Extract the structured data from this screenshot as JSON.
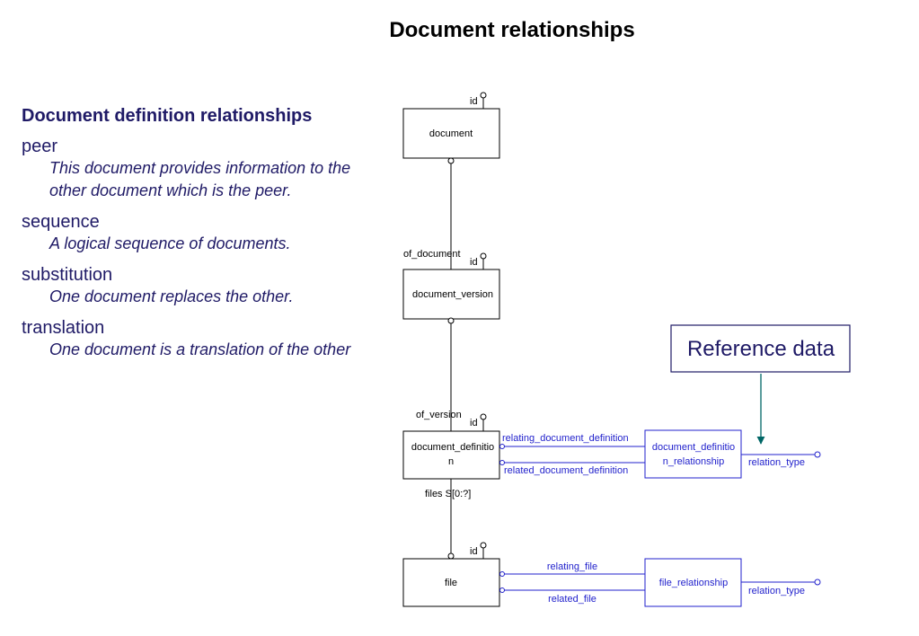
{
  "title": "Document relationships",
  "left": {
    "heading": "Document definition relationships",
    "items": [
      {
        "term": "peer",
        "desc": "This document provides information to the other document which is the peer."
      },
      {
        "term": "sequence",
        "desc": "A logical sequence of documents."
      },
      {
        "term": "substitution",
        "desc": "One document replaces the other."
      },
      {
        "term": "translation",
        "desc": "One document is a translation of the other"
      }
    ]
  },
  "diagram": {
    "entities": {
      "document": "document",
      "document_version": "document_version",
      "document_definition_line1": "document_definitio",
      "document_definition_line2": "n",
      "file": "file",
      "ddr_line1": "document_definitio",
      "ddr_line2": "n_relationship",
      "file_relationship": "file_relationship"
    },
    "labels": {
      "id": "id",
      "of_document": "of_document",
      "of_version": "of_version",
      "files": "files S[0:?]",
      "relating_document_definition": "relating_document_definition",
      "related_document_definition": "related_document_definition",
      "relation_type": "relation_type",
      "relating_file": "relating_file",
      "related_file": "related_file"
    },
    "reference_data": "Reference data",
    "colors": {
      "black": "#000000",
      "blue": "#2222cc",
      "navy": "#1f1a66",
      "teal": "#006666"
    }
  }
}
